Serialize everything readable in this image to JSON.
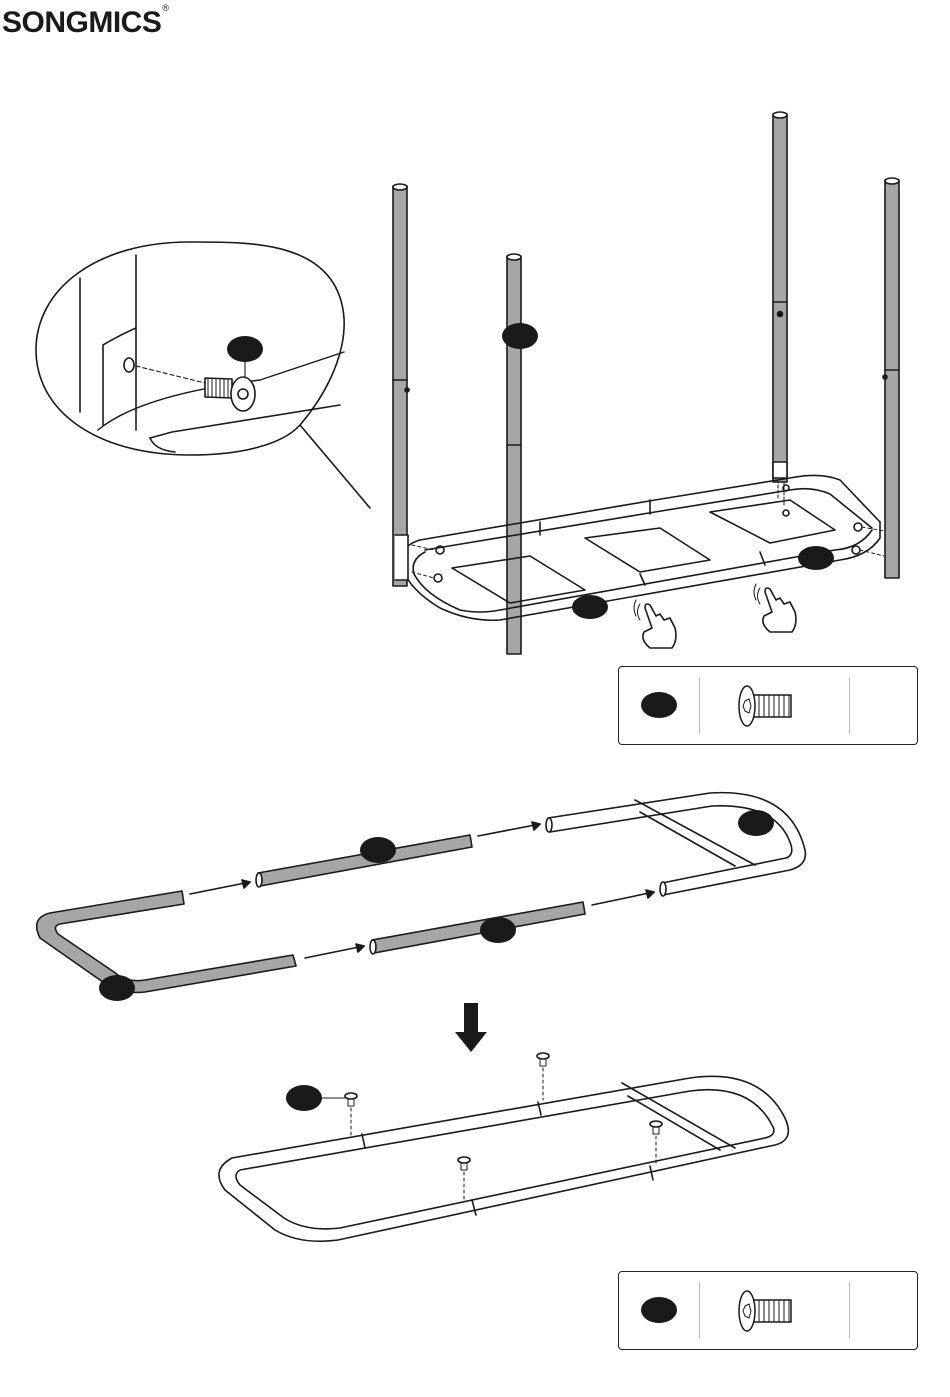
{
  "brand": {
    "name": "SONGMICS",
    "mark": "®"
  },
  "colors": {
    "line": "#1a1a1a",
    "pole_fill": "#a6a6a6",
    "badge": "#1a1a1a",
    "background": "#ffffff"
  },
  "steps": [
    {
      "id": "attach-poles",
      "hardware": "hex-bolt-icon",
      "gesture": "hand-press-icon"
    },
    {
      "id": "assemble-base-frame",
      "hardware": "hex-bolt-icon",
      "direction": "down-arrow-icon"
    }
  ],
  "parts_boxes": [
    {
      "part": "hex-bolt-icon"
    },
    {
      "part": "hex-bolt-icon"
    }
  ]
}
